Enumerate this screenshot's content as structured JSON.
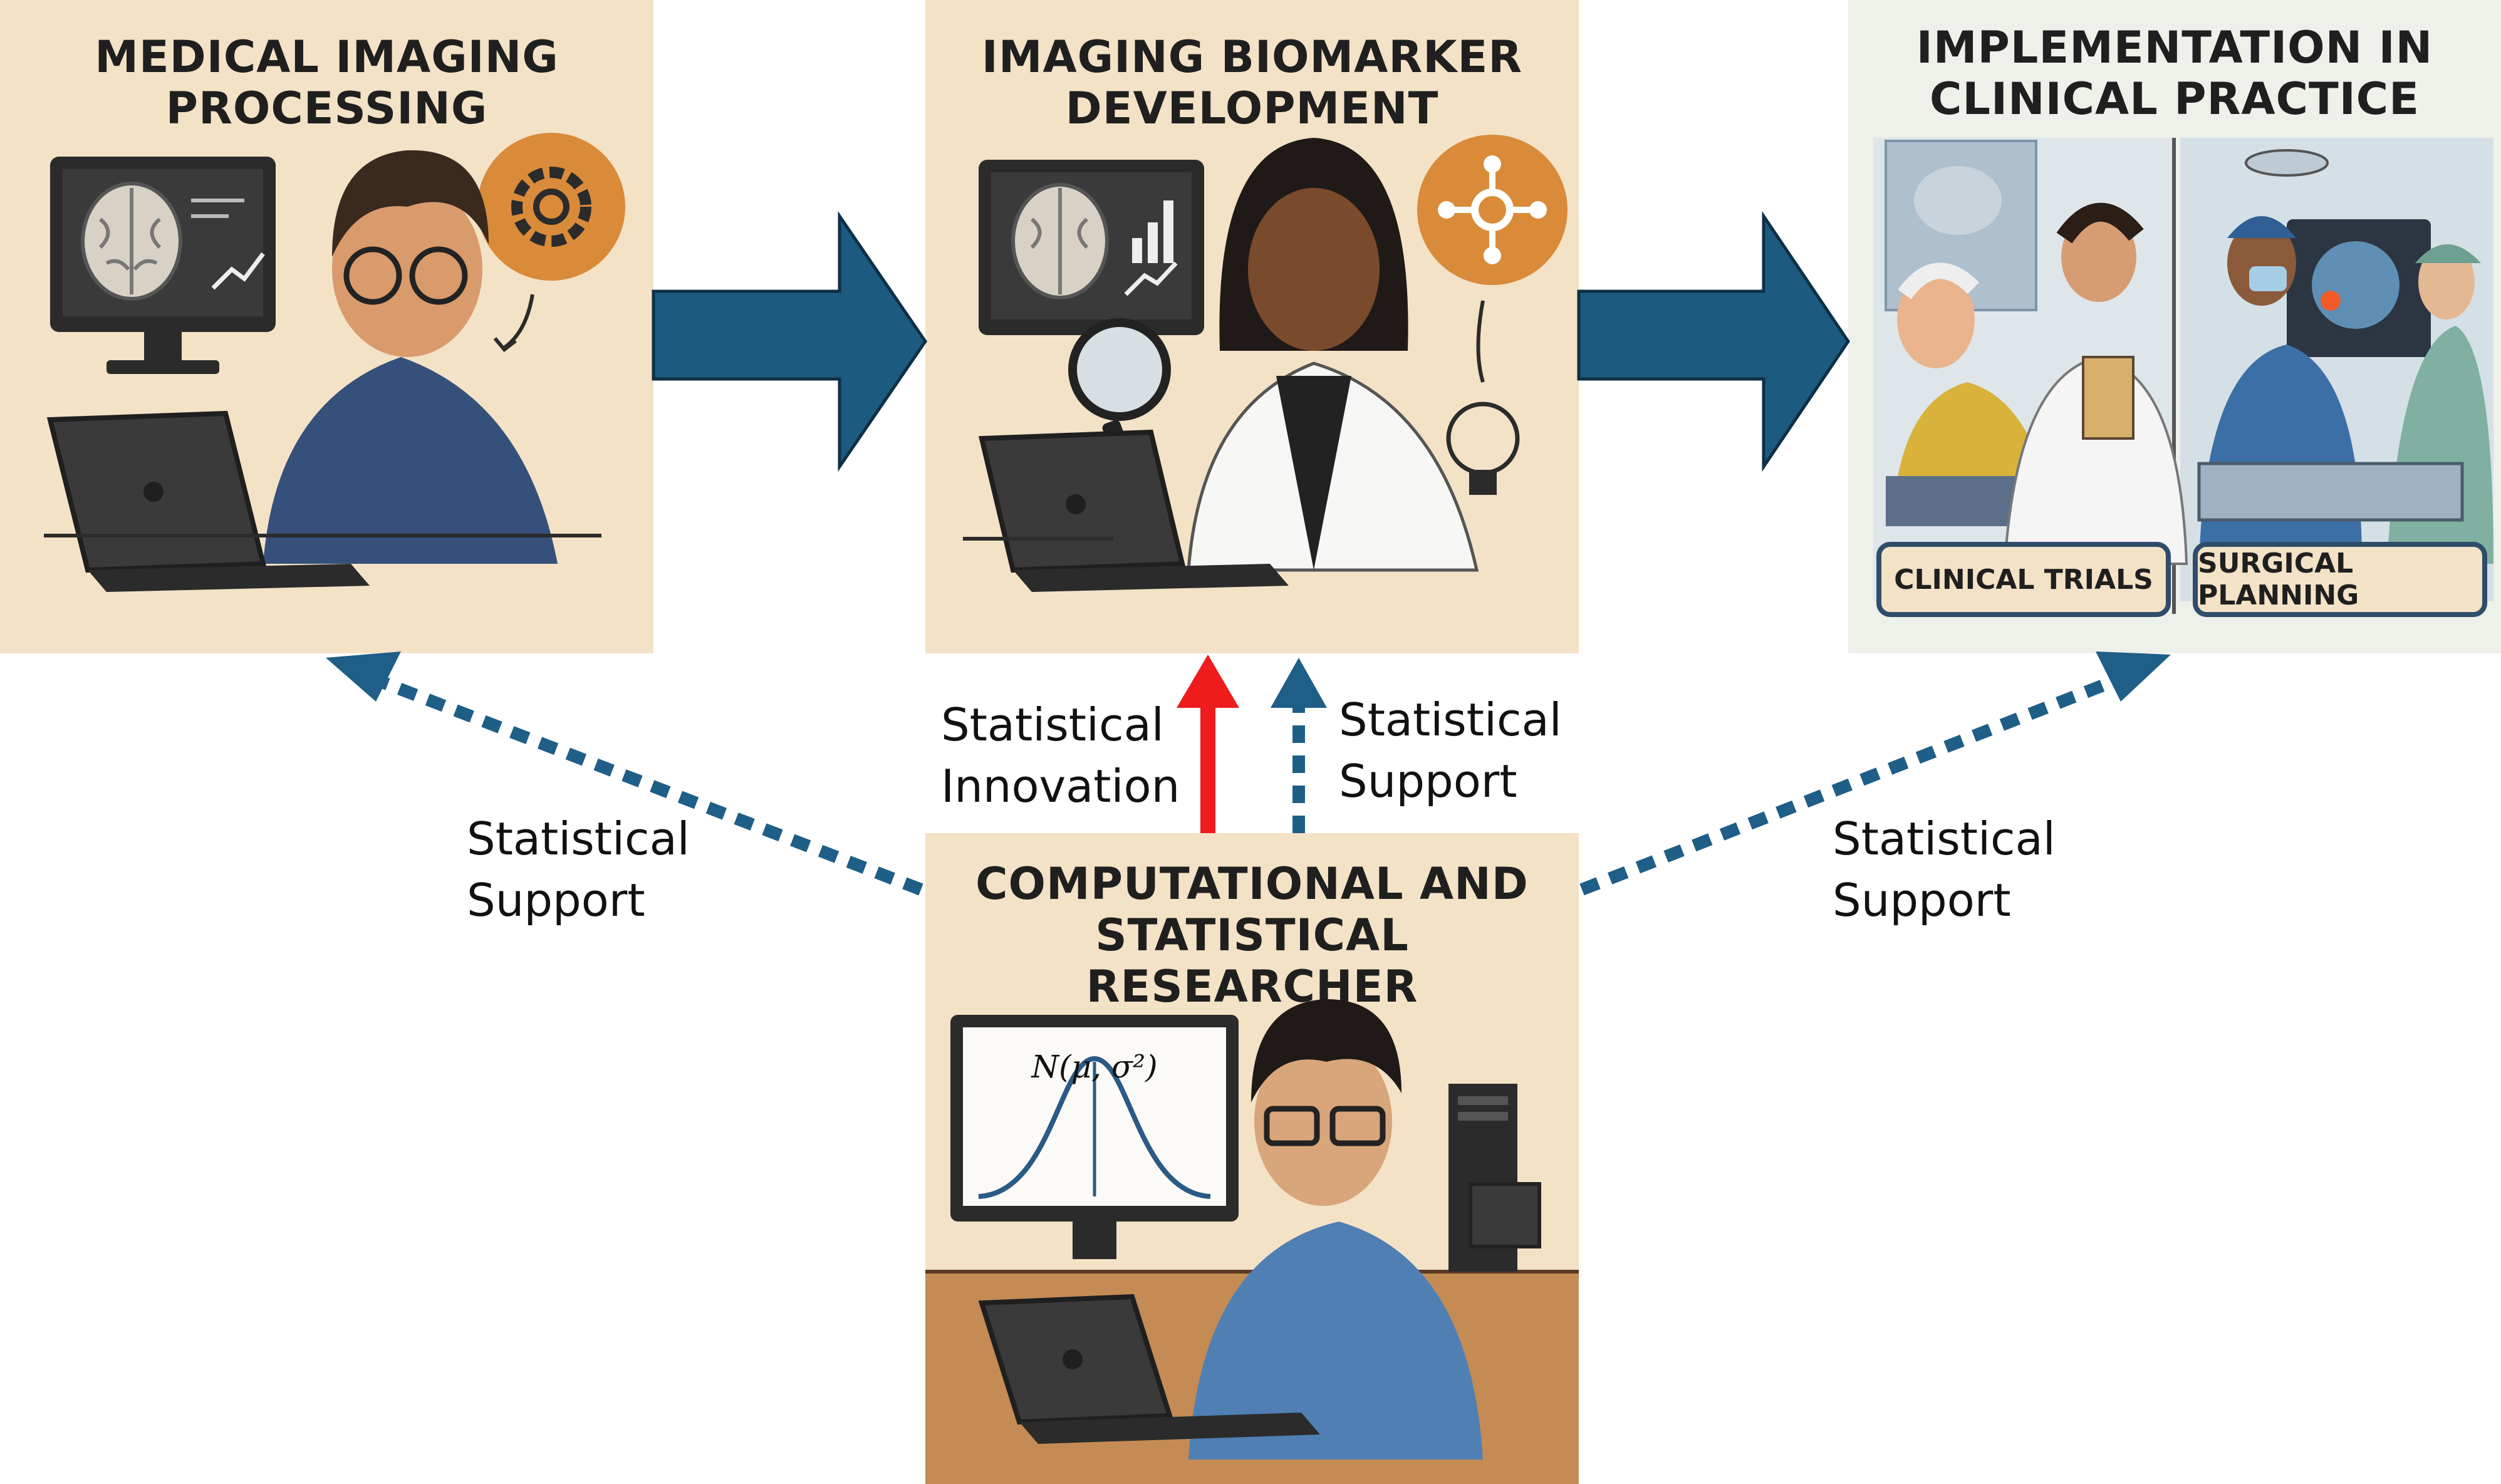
{
  "panels": {
    "processing": {
      "title_lines": [
        "MEDICAL IMAGING",
        "PROCESSING"
      ]
    },
    "biomarker": {
      "title_lines": [
        "IMAGING BIOMARKER",
        "DEVELOPMENT"
      ]
    },
    "clinical": {
      "title_lines": [
        "IMPLEMENTATION IN",
        "CLINICAL PRACTICE"
      ],
      "sub_labels": [
        "CLINICAL TRIALS",
        "SURGICAL PLANNING"
      ]
    },
    "researcher": {
      "title_lines": [
        "COMPUTATIONAL AND",
        "STATISTICAL RESEARCHER"
      ],
      "formula": "N(μ, σ²)"
    }
  },
  "edges": {
    "support_left": [
      "Statistical",
      "Support"
    ],
    "innovation": [
      "Statistical",
      "Innovation"
    ],
    "support_center": [
      "Statistical",
      "Support"
    ],
    "support_right": [
      "Statistical",
      "Support"
    ]
  },
  "colors": {
    "panel_bg": "#f3e2c6",
    "flow_arrow": "#1c5a80",
    "innovation_arrow": "#ee1c1c",
    "support_arrow": "#1f5e87",
    "accent_orange": "#d98b3a"
  },
  "icons": [
    "gear-icon",
    "network-icon",
    "lightbulb-icon",
    "magnifier-icon",
    "brain-scan-icon",
    "trend-chart-icon",
    "laptop-icon",
    "monitor-icon"
  ]
}
